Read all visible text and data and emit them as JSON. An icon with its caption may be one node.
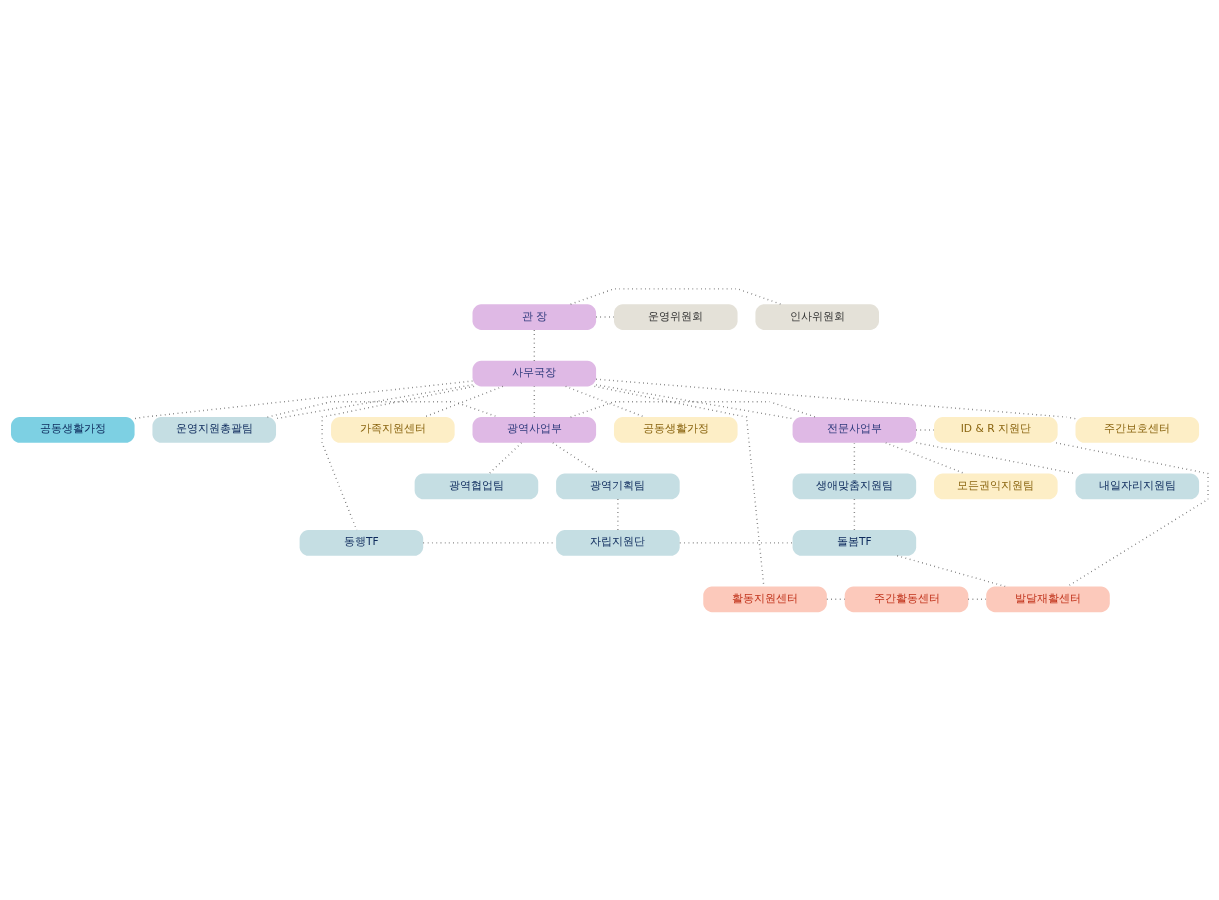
{
  "diagram": {
    "nodes": [
      {
        "text": [
          "운영위원회"
        ]
      },
      {
        "text": [
          "관 장"
        ]
      },
      {
        "text": [
          "인사위원회"
        ]
      },
      {
        "text": [
          "사무국장"
        ]
      },
      {
        "text": [
          "주간보호센터"
        ]
      },
      {
        "text": [
          "공동생활가정"
        ]
      },
      {
        "text": [
          "공동생활가정"
        ]
      },
      {
        "text": [
          "가족지원센터"
        ]
      },
      {
        "text": [
          "운영지원총괄팀"
        ]
      },
      {
        "text": [
          "광역사업부"
        ]
      },
      {
        "text": [
          "전문사업부"
        ]
      },
      {
        "text": [
          "ID & R 지원단"
        ]
      },
      {
        "text": [
          "광역기획팀"
        ]
      },
      {
        "text": [
          "광역협업팀"
        ]
      },
      {
        "text": [
          "생애맞춤지원팀"
        ]
      },
      {
        "text": [
          "내일자리지원팀"
        ]
      },
      {
        "text": [
          "모든권익지원팀"
        ]
      },
      {
        "text": [
          "동행TF"
        ]
      },
      {
        "text": [
          "자립지원단"
        ]
      },
      {
        "text": [
          "돌봄TF"
        ]
      },
      {
        "text": [
          "활동지원센터"
        ]
      },
      {
        "text": [
          "주간활동센터"
        ]
      },
      {
        "text": [
          "발달재활센터"
        ]
      }
    ],
    "edges": [
      {
        "from": 1,
        "to": 0,
        "arrow": "none"
      },
      {
        "from": 1,
        "to": 2,
        "arrow": "none"
      },
      {
        "from": 1,
        "to": 3,
        "arrow": "none"
      },
      {
        "from": 3,
        "to": 5,
        "arrow": "none"
      },
      {
        "from": 3,
        "to": 4,
        "arrow": "none"
      },
      {
        "from": 3,
        "to": 6,
        "arrow": "none"
      },
      {
        "from": 3,
        "to": 7,
        "arrow": "none"
      },
      {
        "from": 3,
        "to": 8,
        "arrow": "none"
      },
      {
        "from": 3,
        "to": 9,
        "arrow": "none"
      },
      {
        "from": 3,
        "to": 10,
        "arrow": "none"
      },
      {
        "from": 8,
        "to": 9,
        "arrow": "none"
      },
      {
        "from": 9,
        "to": 10,
        "arrow": "none"
      },
      {
        "from": 10,
        "to": 11,
        "arrow": "none"
      },
      {
        "from": 9,
        "to": 12,
        "arrow": "none"
      },
      {
        "from": 9,
        "to": 13,
        "arrow": "none"
      },
      {
        "from": 10,
        "to": 14,
        "arrow": "none"
      },
      {
        "from": 10,
        "to": 15,
        "arrow": "none"
      },
      {
        "from": 10,
        "to": 16,
        "arrow": "none"
      },
      {
        "from": 12,
        "to": 18,
        "arrow": "none"
      },
      {
        "from": 14,
        "to": 19,
        "arrow": "none"
      },
      {
        "from": 3,
        "to": 17,
        "arrow": "none"
      },
      {
        "from": 17,
        "to": 18,
        "arrow": "none"
      },
      {
        "from": 18,
        "to": 19,
        "arrow": "none"
      },
      {
        "from": 19,
        "to": 22,
        "arrow": "none"
      },
      {
        "from": 11,
        "to": 22,
        "arrow": "none"
      },
      {
        "from": 3,
        "to": 20,
        "arrow": "none"
      },
      {
        "from": 20,
        "to": 21,
        "arrow": "none"
      },
      {
        "from": 21,
        "to": 22,
        "arrow": "none"
      }
    ]
  }
}
